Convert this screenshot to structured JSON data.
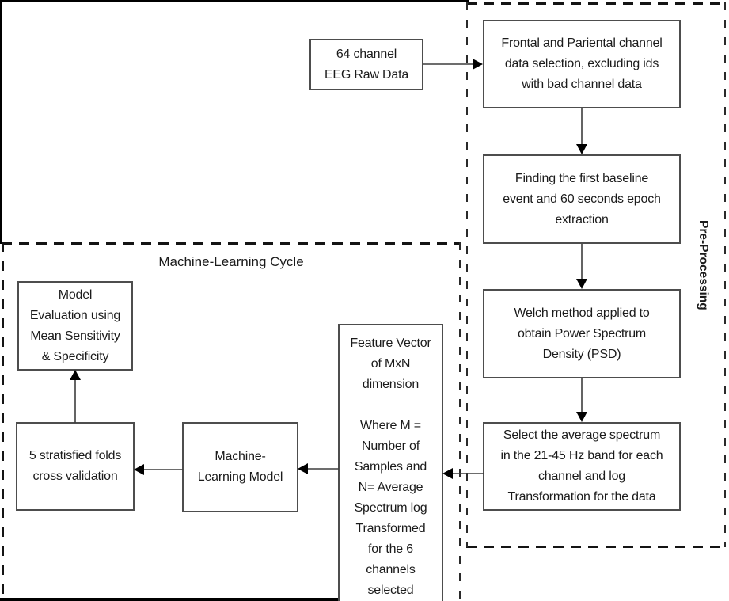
{
  "colors": {
    "background": "#ffffff",
    "box_border": "#4d4d4d",
    "dashed_line": "#141414",
    "arrow_line": "#3d3d3d",
    "arrow_head": "#000000",
    "text": "#1b1b1b"
  },
  "input_box": {
    "eeg_raw": "64 channel\nEEG Raw Data"
  },
  "preprocessing": {
    "label": "Pre-Processing",
    "steps": {
      "channel_selection": "Frontal and Pariental channel\ndata selection, excluding ids\nwith bad channel data",
      "baseline_epoch": "Finding the first baseline\nevent and 60 seconds epoch\nextraction",
      "welch_psd": "Welch method applied to\nobtain Power Spectrum\nDensity (PSD)",
      "band_selection": "Select the average spectrum\nin the 21-45 Hz band for each\nchannel and log\nTransformation for the data"
    }
  },
  "ml_cycle": {
    "title": "Machine-Learning Cycle",
    "steps": {
      "model_evaluation": "Model\nEvaluation using\nMean Sensitivity\n& Specificity",
      "cross_validation": "5 stratisfied folds\ncross validation",
      "ml_model": "Machine-\nLearning Model",
      "feature_vector": "Feature Vector\nof MxN\ndimension\n\nWhere M =\nNumber of\nSamples and\nN= Average\nSpectrum log\nTransformed\nfor the 6\nchannels\nselected"
    }
  }
}
